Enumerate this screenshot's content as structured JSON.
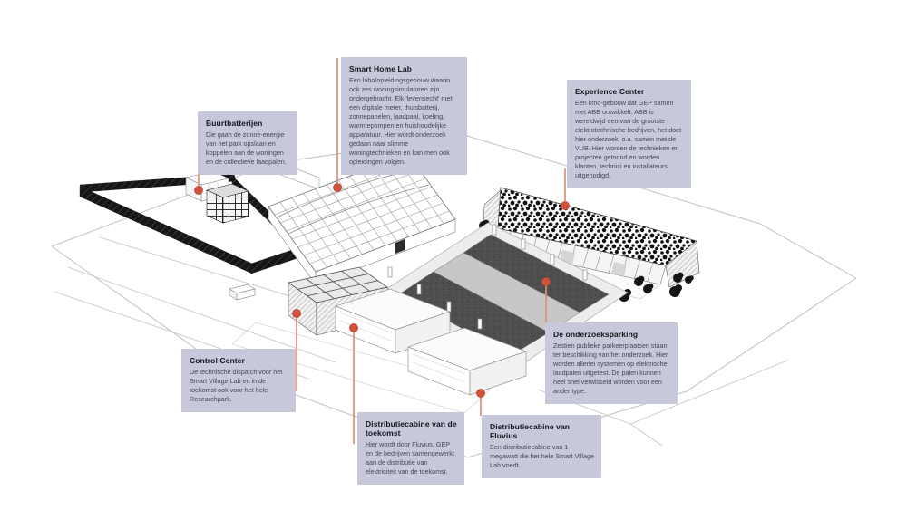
{
  "colors": {
    "callout_background": "#c7c8da",
    "callout_title": "#14141c",
    "callout_body": "#474757",
    "connector_line": "#dc9076",
    "connector_dot": "#d2533c",
    "sketch_line": "#c2c2c2",
    "dark_structure": "#161616"
  },
  "callouts": {
    "buurtbatterijen": {
      "title": "Buurtbatterijen",
      "body": "Die gaan de zonne-energie van het park opslaan en koppelen aan de woningen en de collectieve laadpalen."
    },
    "smart_home_lab": {
      "title": "Smart Home Lab",
      "body": "Een labo/opleidingsgebouw waarin ook zes woningsimulatoren zijn ondergebracht. Elk 'levensecht' met een digitale meter, thuisbatterij, zonnepanelen, laadpaal, koeling, warmtepompen en huishoudelijke apparatuur. Hier wordt onderzoek gedaan naar slimme woningtechnieken en kan men ook opleidingen volgen."
    },
    "experience_center": {
      "title": "Experience Center",
      "body": "Een kmo-gebouw dat GEP samen met ABB ontwikkelt. ABB is wereldwijd een van de grootste elektrotechnische bedrijven, het doet hier onderzoek, o.a. samen met de VUB. Hier worden de technieken en projecten getoond en worden klanten, technici en installateurs uitgenodigd."
    },
    "control_center": {
      "title": "Control Center",
      "body": "De technische dispatch voor het Smart Village Lab en in de toekomst ook voor het hele Researchpark."
    },
    "onderzoeksparking": {
      "title": "De onderzoeksparking",
      "body": "Zestien publieke parkeerplaatsen staan ter beschikking van het onderzoek. Hier worden allerlei systemen op elektrische laadpalen uitgetest. De palen kunnen heel snel verwisseld worden voor een ander type."
    },
    "distributiecabine_toekomst": {
      "title": "Distributiecabine van de toekomst",
      "body": "Hier wordt door Fluvius, GEP en de bedrijven samengewerkt aan de distributie van elektriciteit van de toekomst."
    },
    "distributiecabine_fluvius": {
      "title": "Distributiecabine van Fluvius",
      "body": "Een distributiecabine van 1 megawatt die het hele Smart Village Lab voedt."
    }
  }
}
